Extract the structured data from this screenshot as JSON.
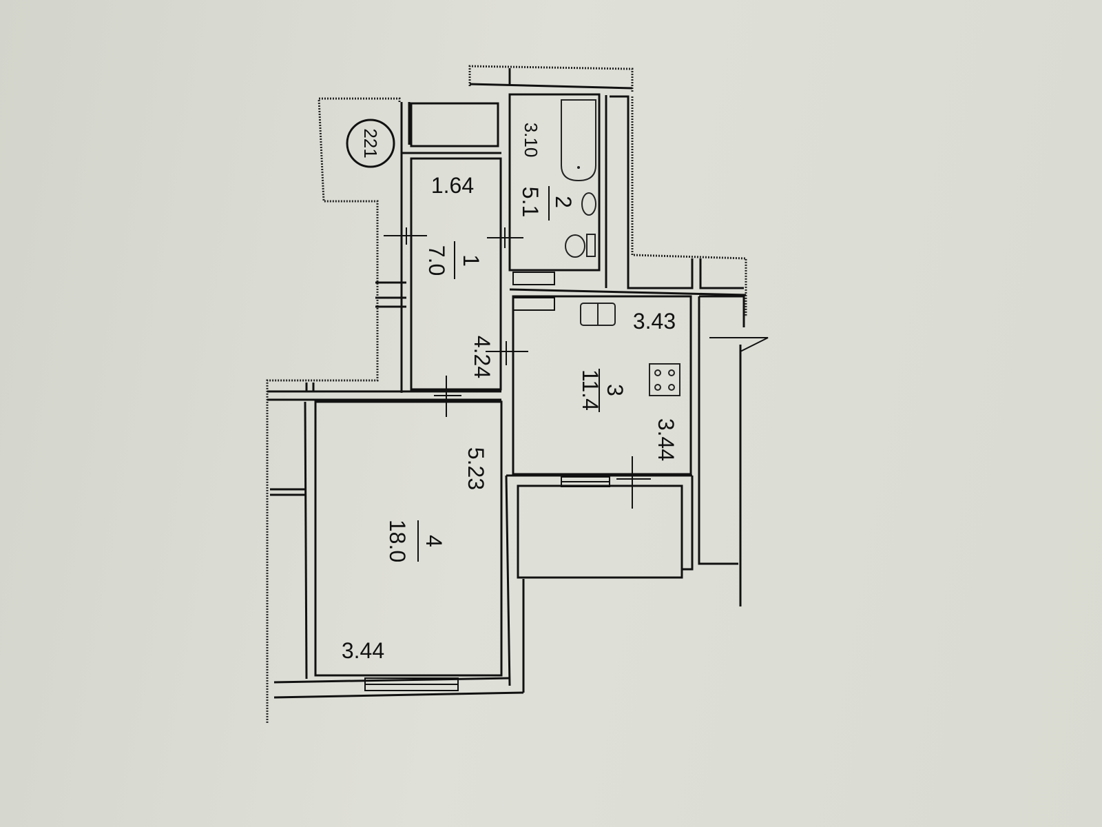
{
  "plan": {
    "apartment_number": "221",
    "rooms": [
      {
        "number": "1",
        "area": "7.0",
        "dimensions": [
          "1.64",
          "4.24"
        ]
      },
      {
        "number": "2",
        "area": "5.1",
        "dimensions": [
          "3.10"
        ]
      },
      {
        "number": "3",
        "area": "11.4",
        "dimensions": [
          "3.43",
          "3.44"
        ]
      },
      {
        "number": "4",
        "area": "18.0",
        "dimensions": [
          "5.23",
          "3.44"
        ]
      }
    ]
  },
  "colors": {
    "paper": "#dcded5",
    "ink": "#111111"
  }
}
